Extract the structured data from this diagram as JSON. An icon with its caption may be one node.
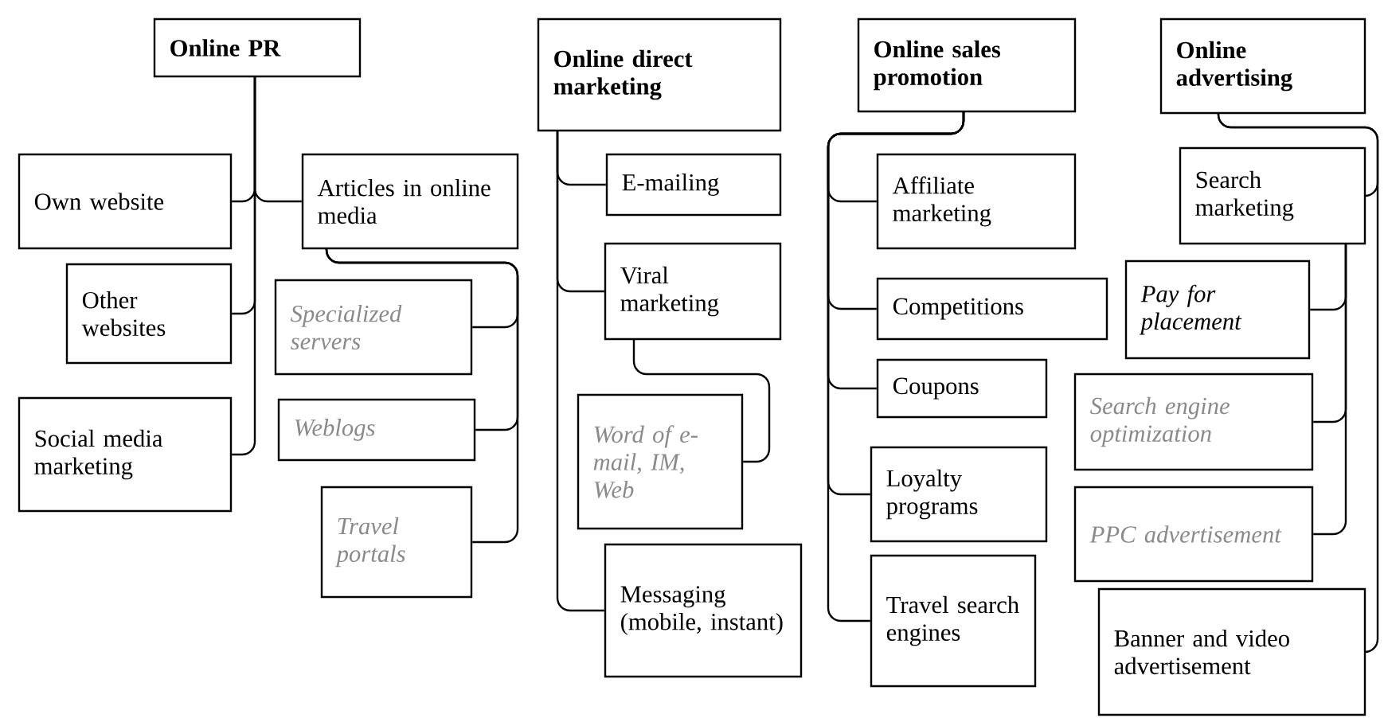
{
  "diagram": {
    "nodes": [
      {
        "text": [
          "Online PR"
        ]
      },
      {
        "text": [
          "Own website"
        ]
      },
      {
        "text": [
          "Other websites"
        ]
      },
      {
        "text": [
          "Social media marketing"
        ]
      },
      {
        "text": [
          "Articles in online media"
        ]
      },
      {
        "text": [
          "Specialized servers"
        ]
      },
      {
        "text": [
          "Weblogs"
        ]
      },
      {
        "text": [
          "Travel portals"
        ]
      },
      {
        "text": [
          "Online direct marketing"
        ]
      },
      {
        "text": [
          "E-mailing"
        ]
      },
      {
        "text": [
          "Viral marketing"
        ]
      },
      {
        "text": [
          "Word of e-mail, IM, Web"
        ]
      },
      {
        "text": [
          "Messaging (mobile, instant)"
        ]
      },
      {
        "text": [
          "Online sales promotion"
        ]
      },
      {
        "text": [
          "Affiliate marketing"
        ]
      },
      {
        "text": [
          "Competitions"
        ]
      },
      {
        "text": [
          "Coupons"
        ]
      },
      {
        "text": [
          "Loyalty programs"
        ]
      },
      {
        "text": [
          "Travel search engines"
        ]
      },
      {
        "text": [
          "Online advertising"
        ]
      },
      {
        "text": [
          "Search marketing"
        ]
      },
      {
        "text": [
          "Pay for placement"
        ]
      },
      {
        "text": [
          "Search engine optimization"
        ]
      },
      {
        "text": [
          "PPC advertisement"
        ]
      },
      {
        "text": [
          "Banner and video advertisement"
        ]
      }
    ],
    "edges": [
      {
        "from": 0,
        "to": 1,
        "arrow": "none"
      },
      {
        "from": 0,
        "to": 2,
        "arrow": "none"
      },
      {
        "from": 0,
        "to": 3,
        "arrow": "none"
      },
      {
        "from": 0,
        "to": 4,
        "arrow": "none"
      },
      {
        "from": 4,
        "to": 5,
        "arrow": "none"
      },
      {
        "from": 4,
        "to": 6,
        "arrow": "none"
      },
      {
        "from": 4,
        "to": 7,
        "arrow": "none"
      },
      {
        "from": 8,
        "to": 9,
        "arrow": "none"
      },
      {
        "from": 8,
        "to": 10,
        "arrow": "none"
      },
      {
        "from": 8,
        "to": 12,
        "arrow": "none"
      },
      {
        "from": 10,
        "to": 11,
        "arrow": "none"
      },
      {
        "from": 13,
        "to": 14,
        "arrow": "none"
      },
      {
        "from": 13,
        "to": 15,
        "arrow": "none"
      },
      {
        "from": 13,
        "to": 16,
        "arrow": "none"
      },
      {
        "from": 13,
        "to": 17,
        "arrow": "none"
      },
      {
        "from": 13,
        "to": 18,
        "arrow": "none"
      },
      {
        "from": 19,
        "to": 20,
        "arrow": "none"
      },
      {
        "from": 19,
        "to": 24,
        "arrow": "none"
      },
      {
        "from": 20,
        "to": 21,
        "arrow": "none"
      },
      {
        "from": 20,
        "to": 22,
        "arrow": "none"
      },
      {
        "from": 20,
        "to": 23,
        "arrow": "none"
      }
    ]
  }
}
